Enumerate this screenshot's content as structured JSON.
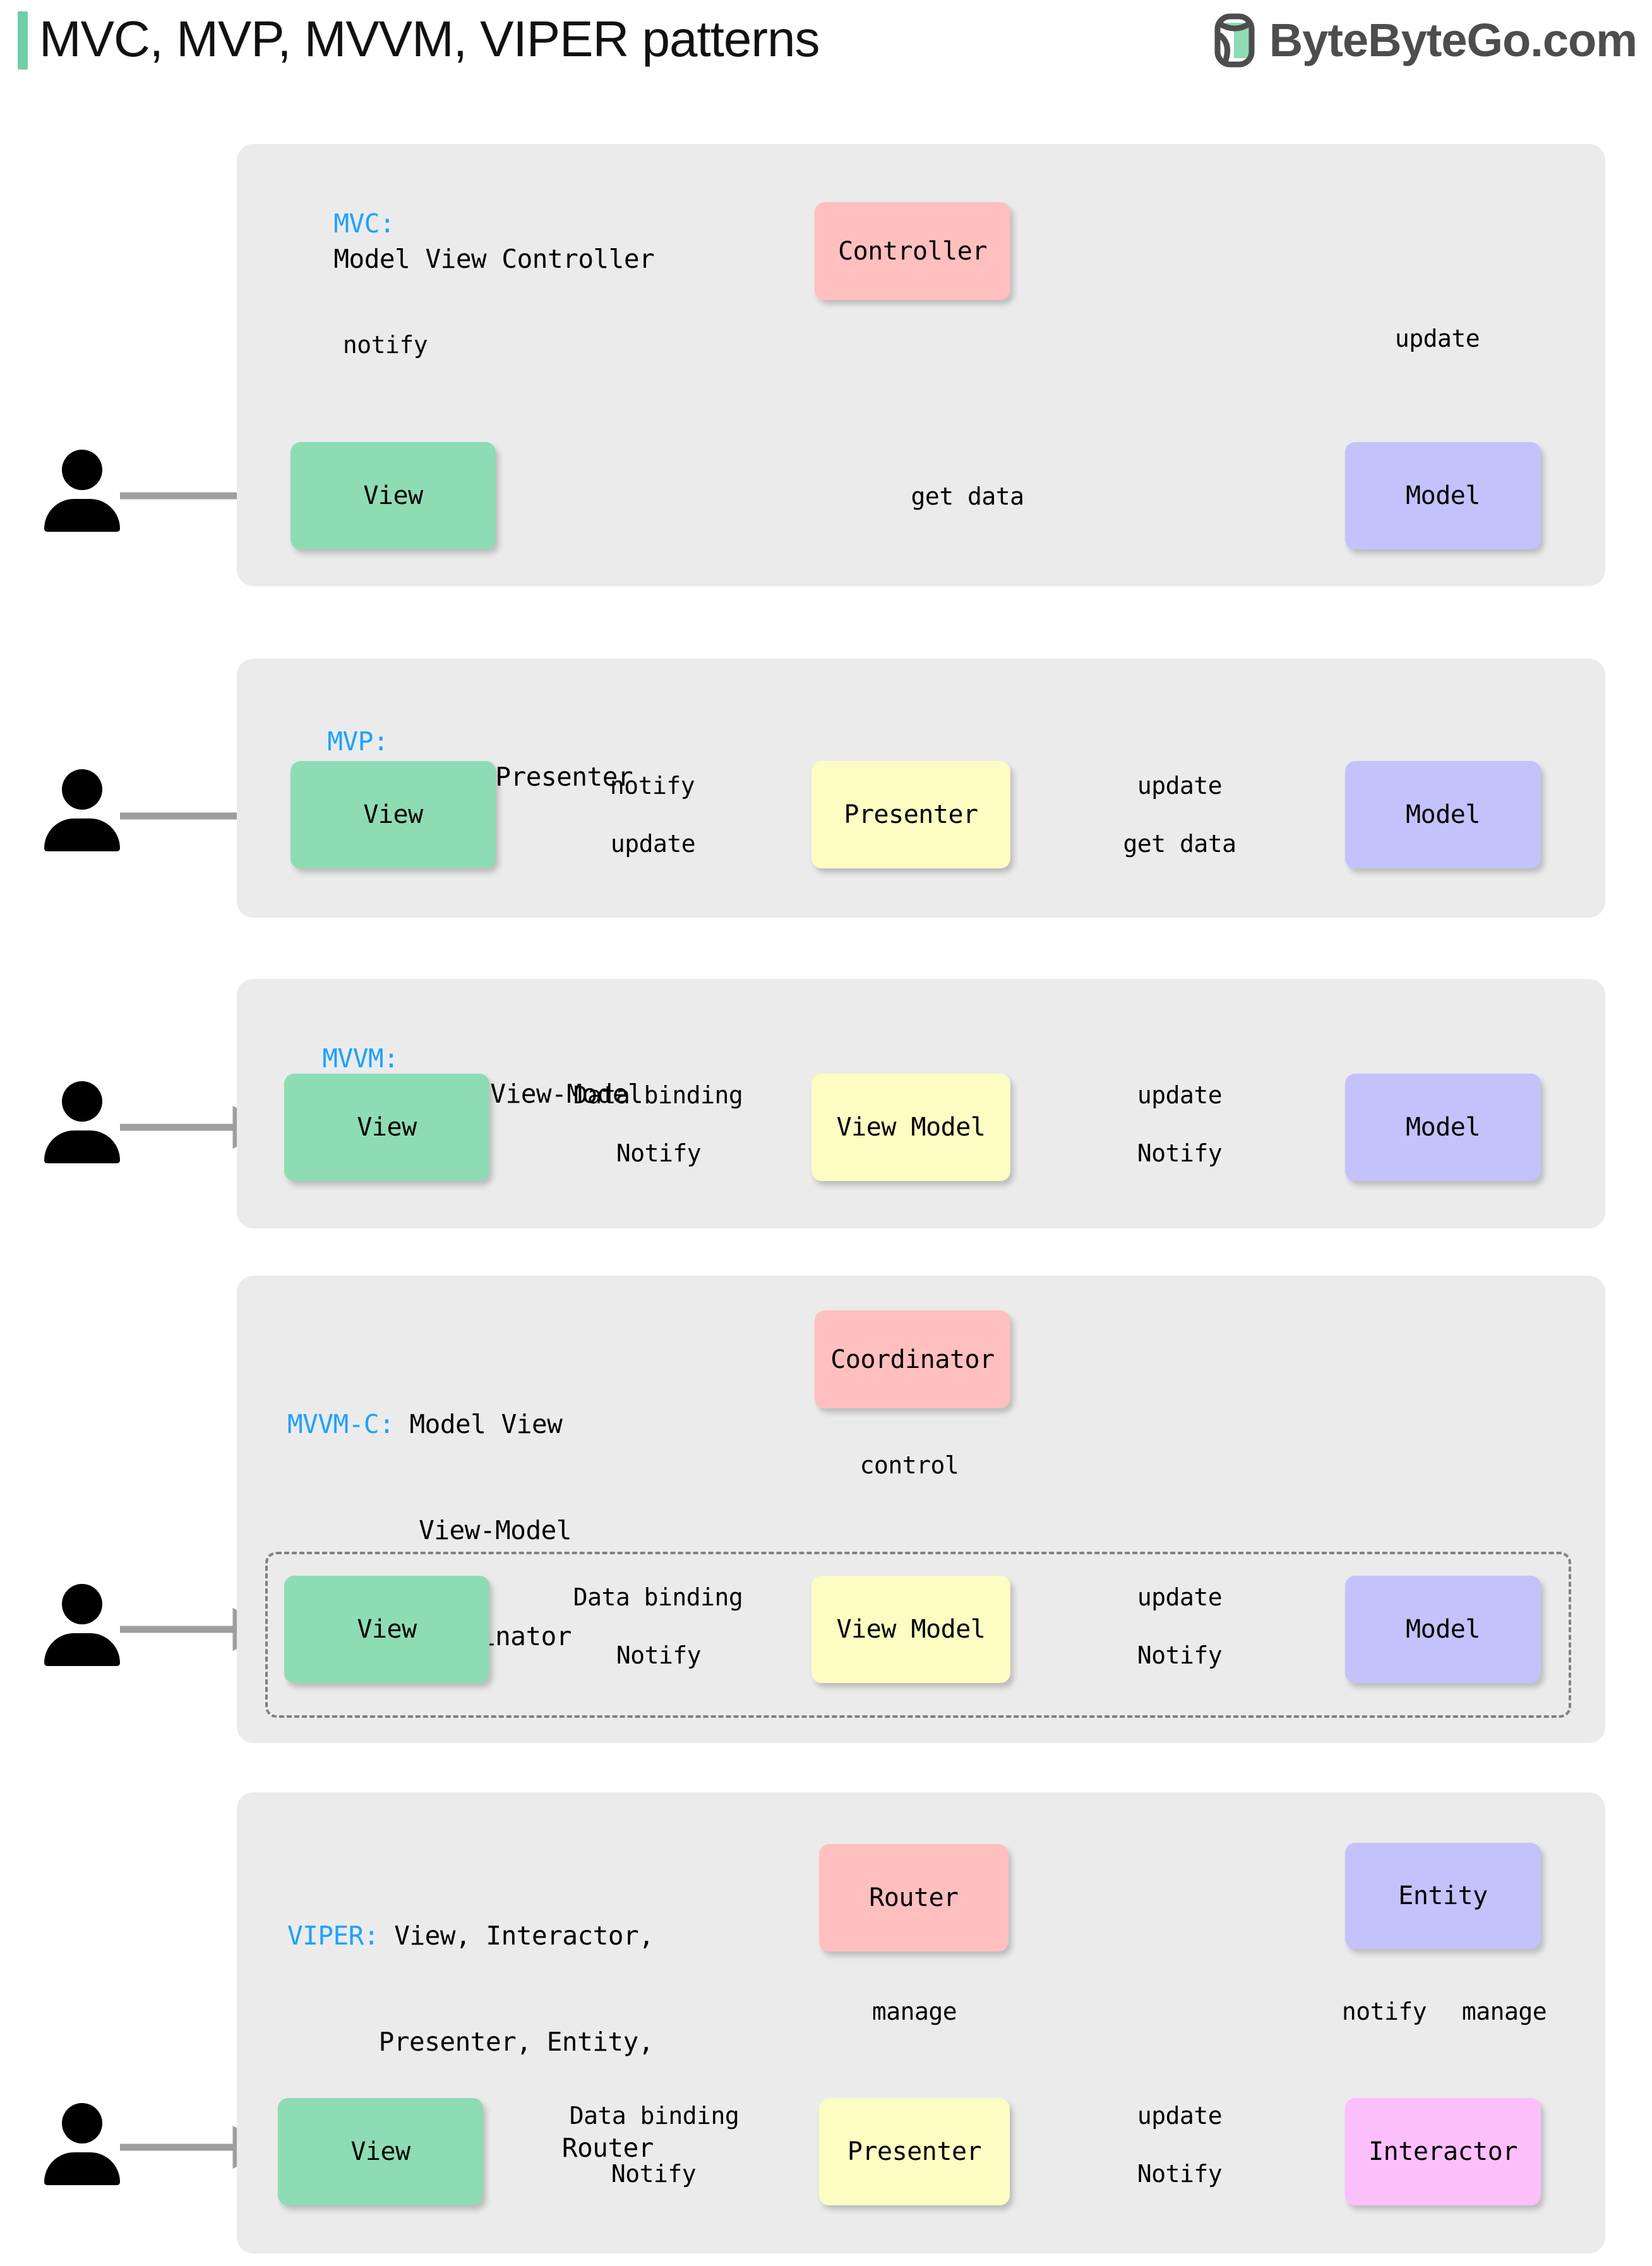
{
  "header": {
    "title": "MVC, MVP, MVVM, VIPER patterns",
    "brand_name": "ByteByteGo.com",
    "accent_color": "#6ECFA8",
    "logo_icon": "bytebytego-leaf-logo"
  },
  "palette": {
    "panel_bg": "#EBEBEB",
    "view": "#8EDCB4",
    "model": "#C3C2FA",
    "controller": "#FFBFBF",
    "presenter": "#FCFCC3",
    "interactor": "#FCBFFC",
    "arrow": "#9E9E9E",
    "title_key": "#1DA1FF"
  },
  "sections": [
    {
      "key": "MVC:",
      "title_lines": [
        "Model View Controller"
      ],
      "nodes": [
        {
          "id": "view",
          "label": "View"
        },
        {
          "id": "ctrl",
          "label": "Controller"
        },
        {
          "id": "model",
          "label": "Model"
        }
      ],
      "edges": [
        {
          "from": "user",
          "to": "view",
          "label": "",
          "style": "solid"
        },
        {
          "from": "view",
          "to": "ctrl",
          "label": "notify",
          "style": "solid"
        },
        {
          "from": "ctrl",
          "to": "model",
          "label": "update",
          "style": "solid"
        },
        {
          "from": "model",
          "to": "view",
          "label": "get data",
          "style": "solid"
        }
      ]
    },
    {
      "key": "MVP:",
      "title_lines": [
        "Model View Presenter"
      ],
      "nodes": [
        {
          "id": "view",
          "label": "View"
        },
        {
          "id": "pres",
          "label": "Presenter"
        },
        {
          "id": "model",
          "label": "Model"
        }
      ],
      "edges": [
        {
          "from": "user",
          "to": "view",
          "label": "",
          "style": "solid"
        },
        {
          "from": "view",
          "to": "pres",
          "label": "notify",
          "style": "solid"
        },
        {
          "from": "pres",
          "to": "model",
          "label": "update",
          "style": "solid"
        },
        {
          "from": "model",
          "to": "pres",
          "label": "get data",
          "style": "solid"
        },
        {
          "from": "pres",
          "to": "view",
          "label": "update",
          "style": "solid"
        }
      ]
    },
    {
      "key": "MVVM:",
      "title_lines": [
        "Model View View-Model"
      ],
      "nodes": [
        {
          "id": "view",
          "label": "View"
        },
        {
          "id": "vm",
          "label": "View Model"
        },
        {
          "id": "model",
          "label": "Model"
        }
      ],
      "edges": [
        {
          "from": "user",
          "to": "view",
          "label": "",
          "style": "solid"
        },
        {
          "from": "view",
          "to": "vm",
          "label": "Data binding",
          "style": "solid"
        },
        {
          "from": "vm",
          "to": "model",
          "label": "update",
          "style": "solid"
        },
        {
          "from": "model",
          "to": "vm",
          "label": "Notify",
          "style": "dashed"
        },
        {
          "from": "vm",
          "to": "view",
          "label": "Notify",
          "style": "dashed"
        }
      ]
    },
    {
      "key": "MVVM-C:",
      "title_lines": [
        "Model View",
        "View-Model",
        "Coordinator"
      ],
      "nodes": [
        {
          "id": "coord",
          "label": "Coordinator"
        },
        {
          "id": "view",
          "label": "View"
        },
        {
          "id": "vm",
          "label": "View Model"
        },
        {
          "id": "model",
          "label": "Model"
        }
      ],
      "edges": [
        {
          "from": "user",
          "to": "view",
          "label": "",
          "style": "solid"
        },
        {
          "from": "coord",
          "to": "group",
          "label": "control",
          "style": "solid"
        },
        {
          "from": "view",
          "to": "vm",
          "label": "Data binding",
          "style": "solid"
        },
        {
          "from": "vm",
          "to": "model",
          "label": "update",
          "style": "solid"
        },
        {
          "from": "model",
          "to": "vm",
          "label": "Notify",
          "style": "dashed"
        },
        {
          "from": "vm",
          "to": "view",
          "label": "Notify",
          "style": "dashed"
        }
      ]
    },
    {
      "key": "VIPER:",
      "title_lines": [
        "View, Interactor,",
        "Presenter, Entity,",
        "Router"
      ],
      "nodes": [
        {
          "id": "router",
          "label": "Router"
        },
        {
          "id": "entity",
          "label": "Entity"
        },
        {
          "id": "view",
          "label": "View"
        },
        {
          "id": "pres",
          "label": "Presenter"
        },
        {
          "id": "inter",
          "label": "Interactor"
        }
      ],
      "edges": [
        {
          "from": "user",
          "to": "view",
          "label": "",
          "style": "solid"
        },
        {
          "from": "router",
          "to": "pres",
          "label": "manage",
          "style": "solid"
        },
        {
          "from": "entity",
          "to": "inter",
          "label": "notify",
          "style": "solid"
        },
        {
          "from": "inter",
          "to": "entity",
          "label": "manage",
          "style": "solid"
        },
        {
          "from": "view",
          "to": "pres",
          "label": "Data binding",
          "style": "solid"
        },
        {
          "from": "pres",
          "to": "inter",
          "label": "update",
          "style": "solid"
        },
        {
          "from": "inter",
          "to": "pres",
          "label": "Notify",
          "style": "dashed"
        },
        {
          "from": "pres",
          "to": "view",
          "label": "Notify",
          "style": "dashed"
        }
      ]
    }
  ]
}
